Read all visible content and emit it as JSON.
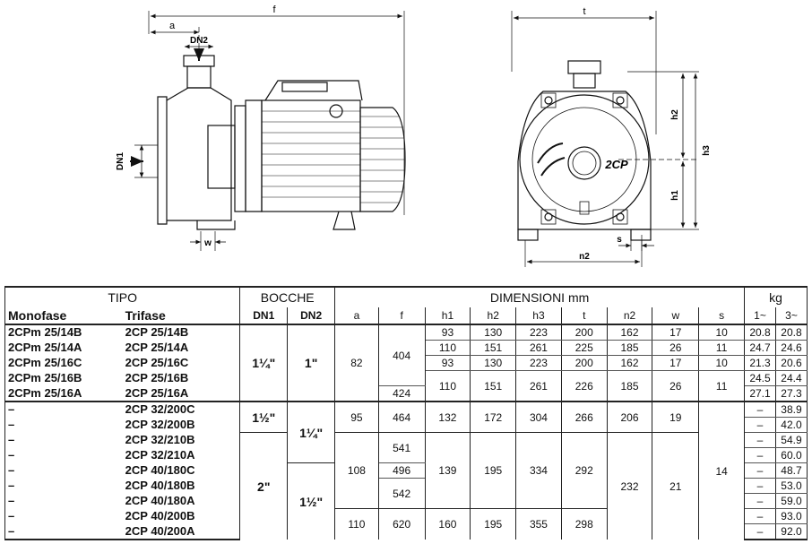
{
  "drawing_labels": {
    "f": "f",
    "a": "a",
    "dn2": "DN2",
    "dn1": "DN1",
    "w": "w",
    "t": "t",
    "h1": "h1",
    "h2": "h2",
    "h3": "h3",
    "s": "s",
    "n2": "n2",
    "brand": "2CP"
  },
  "table": {
    "group_headers": {
      "tipo": "TIPO",
      "bocche": "BOCCHE",
      "dimensioni": "DIMENSIONI mm",
      "kg": "kg"
    },
    "col_headers": {
      "monofase": "Monofase",
      "trifase": "Trifase",
      "dn1": "DN1",
      "dn2": "DN2",
      "a": "a",
      "f": "f",
      "h1": "h1",
      "h2": "h2",
      "h3": "h3",
      "t": "t",
      "n2": "n2",
      "w": "w",
      "s": "s",
      "kg1": "1~",
      "kg3": "3~"
    },
    "rows": [
      {
        "mono": "2CPm 25/14B",
        "tri": "2CP 25/14B",
        "h1": "93",
        "h2": "130",
        "h3": "223",
        "t": "200",
        "n2": "162",
        "w": "17",
        "s": "10",
        "kg1": "20.8",
        "kg3": "20.8"
      },
      {
        "mono": "2CPm 25/14A",
        "tri": "2CP 25/14A",
        "h1": "110",
        "h2": "151",
        "h3": "261",
        "t": "225",
        "n2": "185",
        "w": "26",
        "s": "11",
        "kg1": "24.7",
        "kg3": "24.6"
      },
      {
        "mono": "2CPm 25/16C",
        "tri": "2CP 25/16C",
        "h1": "93",
        "h2": "130",
        "h3": "223",
        "t": "200",
        "n2": "162",
        "w": "17",
        "s": "10",
        "kg1": "21.3",
        "kg3": "20.6"
      },
      {
        "mono": "2CPm 25/16B",
        "tri": "2CP 25/16B",
        "kg1": "24.5",
        "kg3": "24.4"
      },
      {
        "mono": "2CPm 25/16A",
        "tri": "2CP 25/16A",
        "kg1": "27.1",
        "kg3": "27.3"
      },
      {
        "mono": "–",
        "tri": "2CP 32/200C",
        "kg1": "–",
        "kg3": "38.9"
      },
      {
        "mono": "–",
        "tri": "2CP 32/200B",
        "kg1": "–",
        "kg3": "42.0"
      },
      {
        "mono": "–",
        "tri": "2CP 32/210B",
        "kg1": "–",
        "kg3": "54.9"
      },
      {
        "mono": "–",
        "tri": "2CP 32/210A",
        "kg1": "–",
        "kg3": "60.0"
      },
      {
        "mono": "–",
        "tri": "2CP 40/180C",
        "kg1": "–",
        "kg3": "48.7"
      },
      {
        "mono": "–",
        "tri": "2CP 40/180B",
        "kg1": "–",
        "kg3": "53.0"
      },
      {
        "mono": "–",
        "tri": "2CP 40/180A",
        "kg1": "–",
        "kg3": "59.0"
      },
      {
        "mono": "–",
        "tri": "2CP 40/200B",
        "kg1": "–",
        "kg3": "93.0"
      },
      {
        "mono": "–",
        "tri": "2CP 40/200A",
        "kg1": "–",
        "kg3": "92.0"
      }
    ],
    "merged": {
      "g1_dn1": "1¼\"",
      "g1_dn2": "1\"",
      "g1_a": "82",
      "g1_f_a": "404",
      "g1_f_b": "424",
      "g1b_h1": "110",
      "g1b_h2": "151",
      "g1b_h3": "261",
      "g1b_t": "226",
      "g1b_n2": "185",
      "g1b_w": "26",
      "g1b_s": "11",
      "g2_dn1": "1½\"",
      "g2_dn2": "1¼\"",
      "g2_a": "95",
      "g2_f": "464",
      "g2_h1": "132",
      "g2_h2": "172",
      "g2_h3": "304",
      "g2_t": "266",
      "g2_n2": "206",
      "g2_w": "19",
      "g3_dn1": "2\"",
      "g3_dn2": "1½\"",
      "g3_a": "108",
      "g3_f1": "541",
      "g3_f2": "496",
      "g3_f3": "542",
      "g3_h1": "139",
      "g3_h2": "195",
      "g3_h3": "334",
      "g3_t": "292",
      "g3_n2": "232",
      "g3_w": "21",
      "g3_s": "14",
      "g4_a": "110",
      "g4_f": "620",
      "g4_h1": "160",
      "g4_h2": "195",
      "g4_h3": "355",
      "g4_t": "298"
    }
  }
}
